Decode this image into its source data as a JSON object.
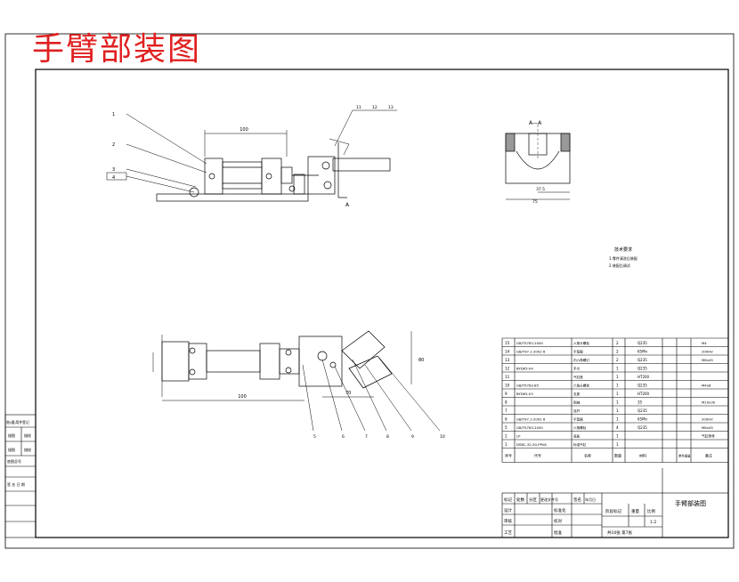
{
  "title": "手臂部装图",
  "section_label": "A—A",
  "section_mark_a": "A",
  "dims": {
    "top_len": "100",
    "bot_len": "100",
    "bot_w": "70",
    "bot_h": "80",
    "sec_w": "75",
    "sec_w2": "37.5"
  },
  "callouts_left": [
    "1",
    "2",
    "3",
    "4"
  ],
  "callouts_top": [
    "11",
    "12",
    "13"
  ],
  "callouts_bottom": [
    "5",
    "6",
    "7",
    "8",
    "9",
    "10"
  ],
  "tech_req": {
    "heading": "技术要求",
    "lines": [
      "1.零件清洗后装配",
      "2.装配后调试"
    ]
  },
  "bom": {
    "rows": [
      {
        "no": "15",
        "code": "GB/T5783-2000",
        "name": "六角头螺栓",
        "qty": "2",
        "mat": "Q235",
        "note": "M4"
      },
      {
        "no": "14",
        "code": "GB/T97.1-2002 6",
        "name": "平垫圈",
        "qty": "2",
        "mat": "65Mn",
        "note": "200HV"
      },
      {
        "no": "13",
        "code": "",
        "name": "内六角螺钉",
        "qty": "2",
        "mat": "Q235",
        "note": "M6x45"
      },
      {
        "no": "12",
        "code": "BYDK5-04",
        "name": "手爪",
        "qty": "1",
        "mat": "Q235",
        "note": ""
      },
      {
        "no": "11",
        "code": "",
        "name": "气缸座",
        "qty": "1",
        "mat": "HT200",
        "note": ""
      },
      {
        "no": "10",
        "code": "GB/T5783-85",
        "name": "六角头螺栓",
        "qty": "1",
        "mat": "Q235",
        "note": "M4x8"
      },
      {
        "no": "9",
        "code": "BYDK5-03",
        "name": "支座",
        "qty": "1",
        "mat": "HT200",
        "note": ""
      },
      {
        "no": "8",
        "code": "",
        "name": "销轴",
        "qty": "1",
        "mat": "35",
        "note": "M10x30"
      },
      {
        "no": "7",
        "code": "",
        "name": "连杆",
        "qty": "1",
        "mat": "Q235",
        "note": ""
      },
      {
        "no": "6",
        "code": "GB/T97.1-2002 6",
        "name": "平垫圈",
        "qty": "1",
        "mat": "65Mn",
        "note": "200HV"
      },
      {
        "no": "5",
        "code": "GB/T5783-2000",
        "name": "六角螺栓",
        "qty": "4",
        "mat": "Q235",
        "note": "M6x45"
      },
      {
        "no": "2",
        "code": "LP",
        "name": "底板",
        "qty": "1",
        "mat": "",
        "note": "气缸附件"
      },
      {
        "no": "1",
        "code": "DSBC-32-50-PPVA",
        "name": "标准气缸",
        "qty": "1",
        "mat": "",
        "note": ""
      }
    ],
    "header": {
      "no": "序号",
      "code": "代号",
      "name": "名称",
      "qty": "数量",
      "mat": "材料",
      "weight": "单件重量",
      "note": "备注"
    }
  },
  "title_block": {
    "r1": [
      "标记",
      "处数",
      "分区",
      "更改文件号",
      "签名",
      "年月日"
    ],
    "r2a": "设计",
    "r2b": "标准化",
    "r3a": "审核",
    "r4a": "工艺",
    "r4b": "批准",
    "check": "校对",
    "stage": "阶段标记",
    "weight": "重量",
    "scale": "比例",
    "scale_val": "1:2",
    "sheets": "共10张 第7张",
    "drawing_name": "手臂部装图"
  },
  "side_block": {
    "r1": "借(通)用件登记",
    "r2a": "描图",
    "r2b": "描校",
    "r3a": "底图总号",
    "r4a": "签 名 日 期"
  }
}
